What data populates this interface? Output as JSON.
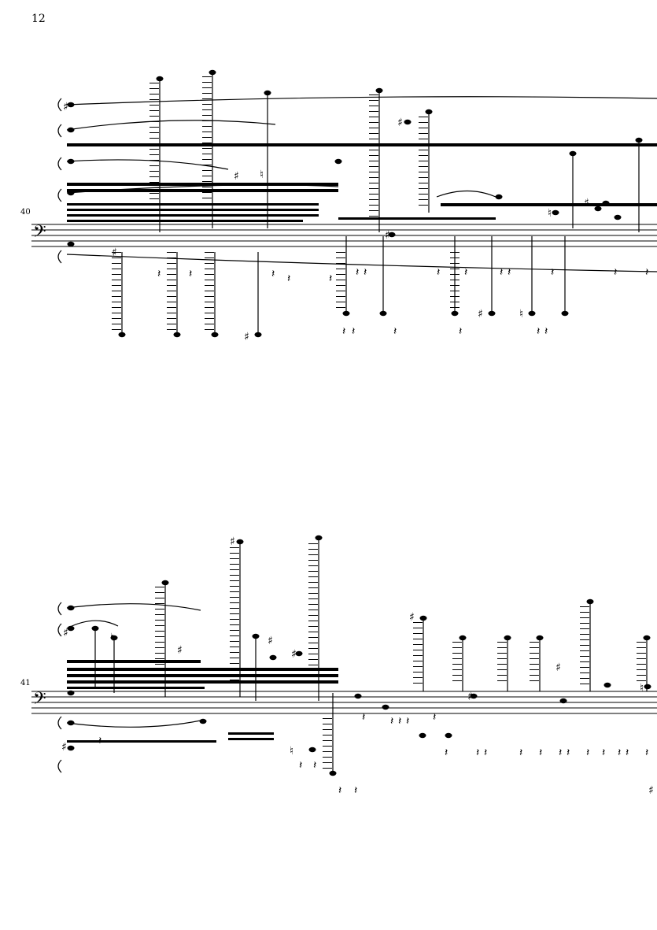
{
  "page": {
    "number": "12"
  },
  "systems": [
    {
      "measure_number": "40",
      "clef": "bass-clef"
    },
    {
      "measure_number": "41",
      "clef": "bass-clef"
    }
  ]
}
